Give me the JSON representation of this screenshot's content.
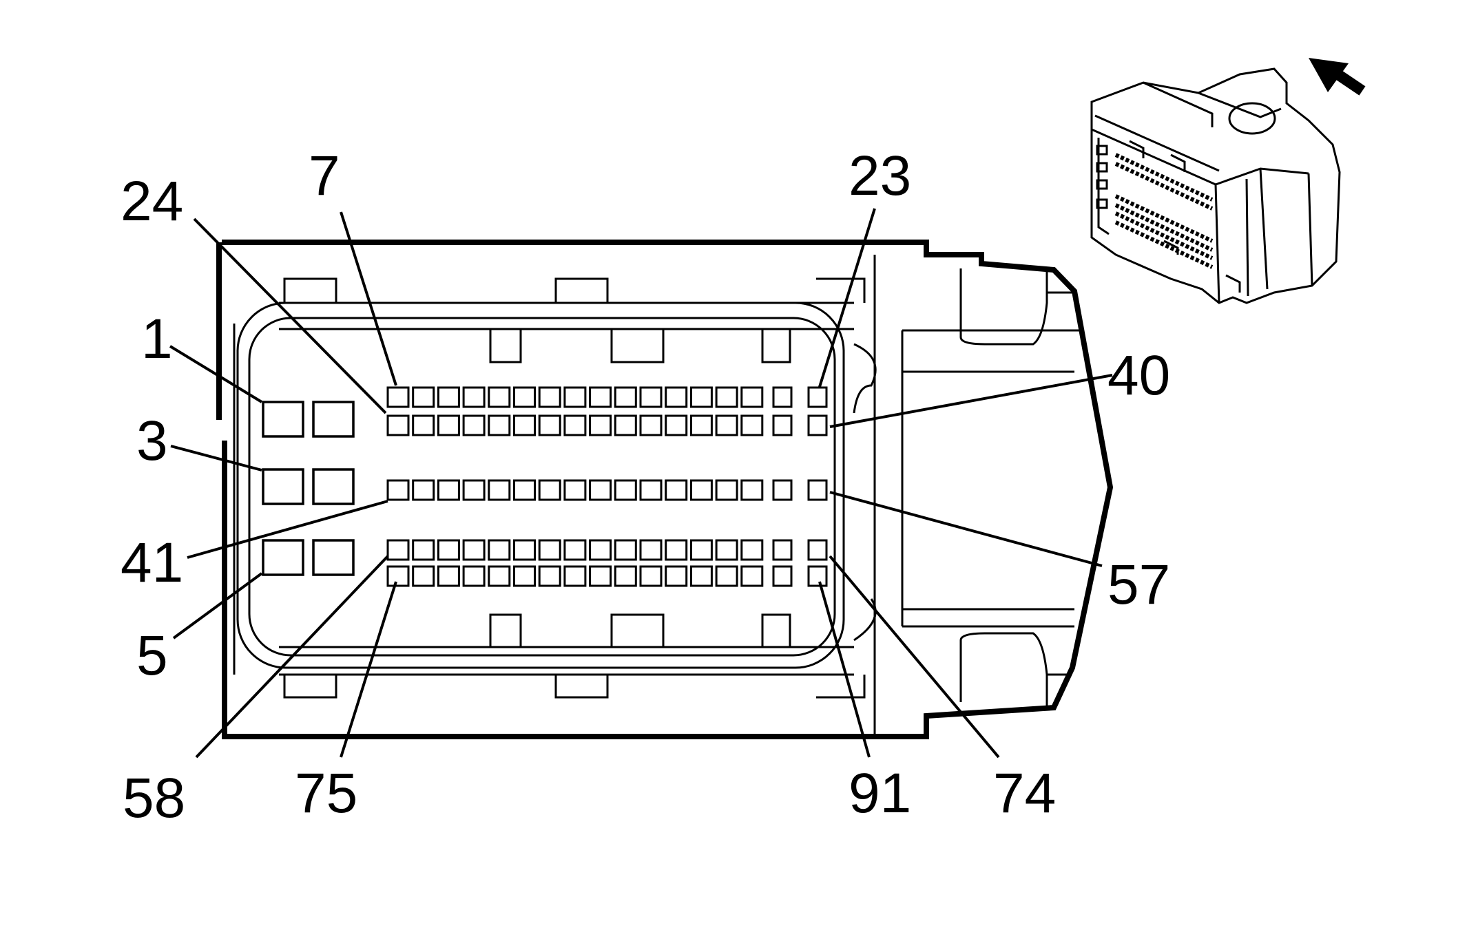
{
  "pin_labels": {
    "p1": "1",
    "p3": "3",
    "p5": "5",
    "p7": "7",
    "p23": "23",
    "p24": "24",
    "p40": "40",
    "p41": "41",
    "p57": "57",
    "p58": "58",
    "p74": "74",
    "p75": "75",
    "p91": "91"
  },
  "view_arrow_icon": "view-direction-arrow-icon",
  "inset_icon": "connector-isometric-icon",
  "colors": {
    "line": "#000000",
    "background": "#ffffff"
  }
}
